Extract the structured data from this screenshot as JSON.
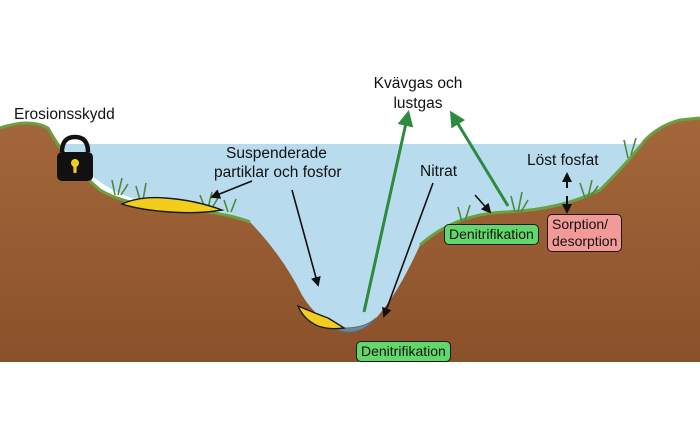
{
  "labels": {
    "erosion": "Erosionsskydd",
    "suspended_line1": "Suspenderade",
    "suspended_line2": "partiklar och fosfor",
    "gas_line1": "Kvävgas och",
    "gas_line2": "lustgas",
    "nitrate": "Nitrat",
    "dissolved_p": "Löst fosfat"
  },
  "boxes": {
    "denit_right": "Denitrifikation",
    "denit_bottom": "Denitrifikation",
    "sorption_line1": "Sorption/",
    "sorption_line2": "desorption"
  },
  "colors": {
    "water": "#b8dcee",
    "soil": "#9b5f35",
    "grass": "#6aa140",
    "sediment": "#f2cd1c",
    "green_arrow": "#2e8b3d",
    "green_box": "#63d86a",
    "pink_box": "#f29a98"
  },
  "icons": {
    "lock": "padlock-icon"
  }
}
